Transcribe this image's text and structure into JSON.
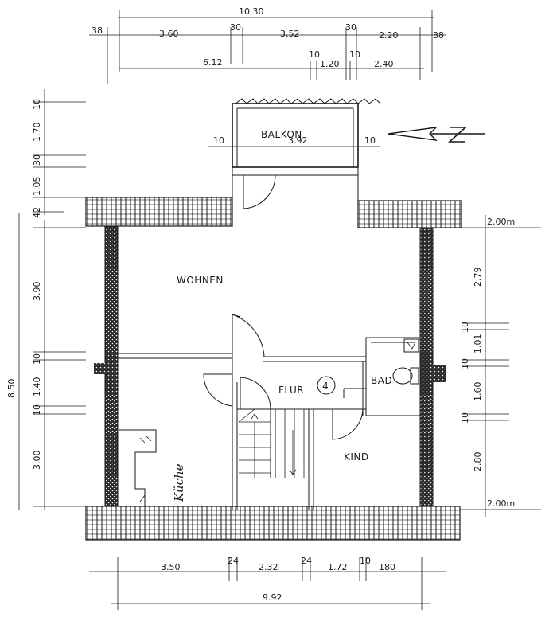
{
  "rooms": {
    "balkon": "BALKON",
    "wohnen": "WOHNEN",
    "flur": "FLUR",
    "bad": "BAD",
    "kind": "KIND",
    "kueche": "Küche"
  },
  "unit_number": "4",
  "north_arrow_label": "N",
  "dims_top": {
    "overall": "10.30",
    "row1": [
      "38",
      "3.60",
      "30",
      "3.52",
      "30",
      "2.20",
      "38"
    ],
    "row2": [
      "6.12",
      "10",
      "1.20",
      "10",
      "2.40"
    ]
  },
  "dims_balcony": [
    "10",
    "3.92",
    "10"
  ],
  "dims_left": {
    "row_a": [
      "10",
      "1.70",
      "30",
      "1.05",
      "42"
    ],
    "row_b": [
      "3.90",
      "10",
      "1.40",
      "10",
      "3.00"
    ],
    "overall": "8.50"
  },
  "dims_right": {
    "top_level": "2.00m",
    "values": [
      "2.79",
      "10",
      "1.01",
      "10",
      "1.60",
      "10",
      "2.80"
    ],
    "bottom_level": "2.00m"
  },
  "dims_bottom": {
    "row1": [
      "3.50",
      "24",
      "2.32",
      "24",
      "1.72",
      "10",
      "180"
    ],
    "overall": "9.92"
  }
}
